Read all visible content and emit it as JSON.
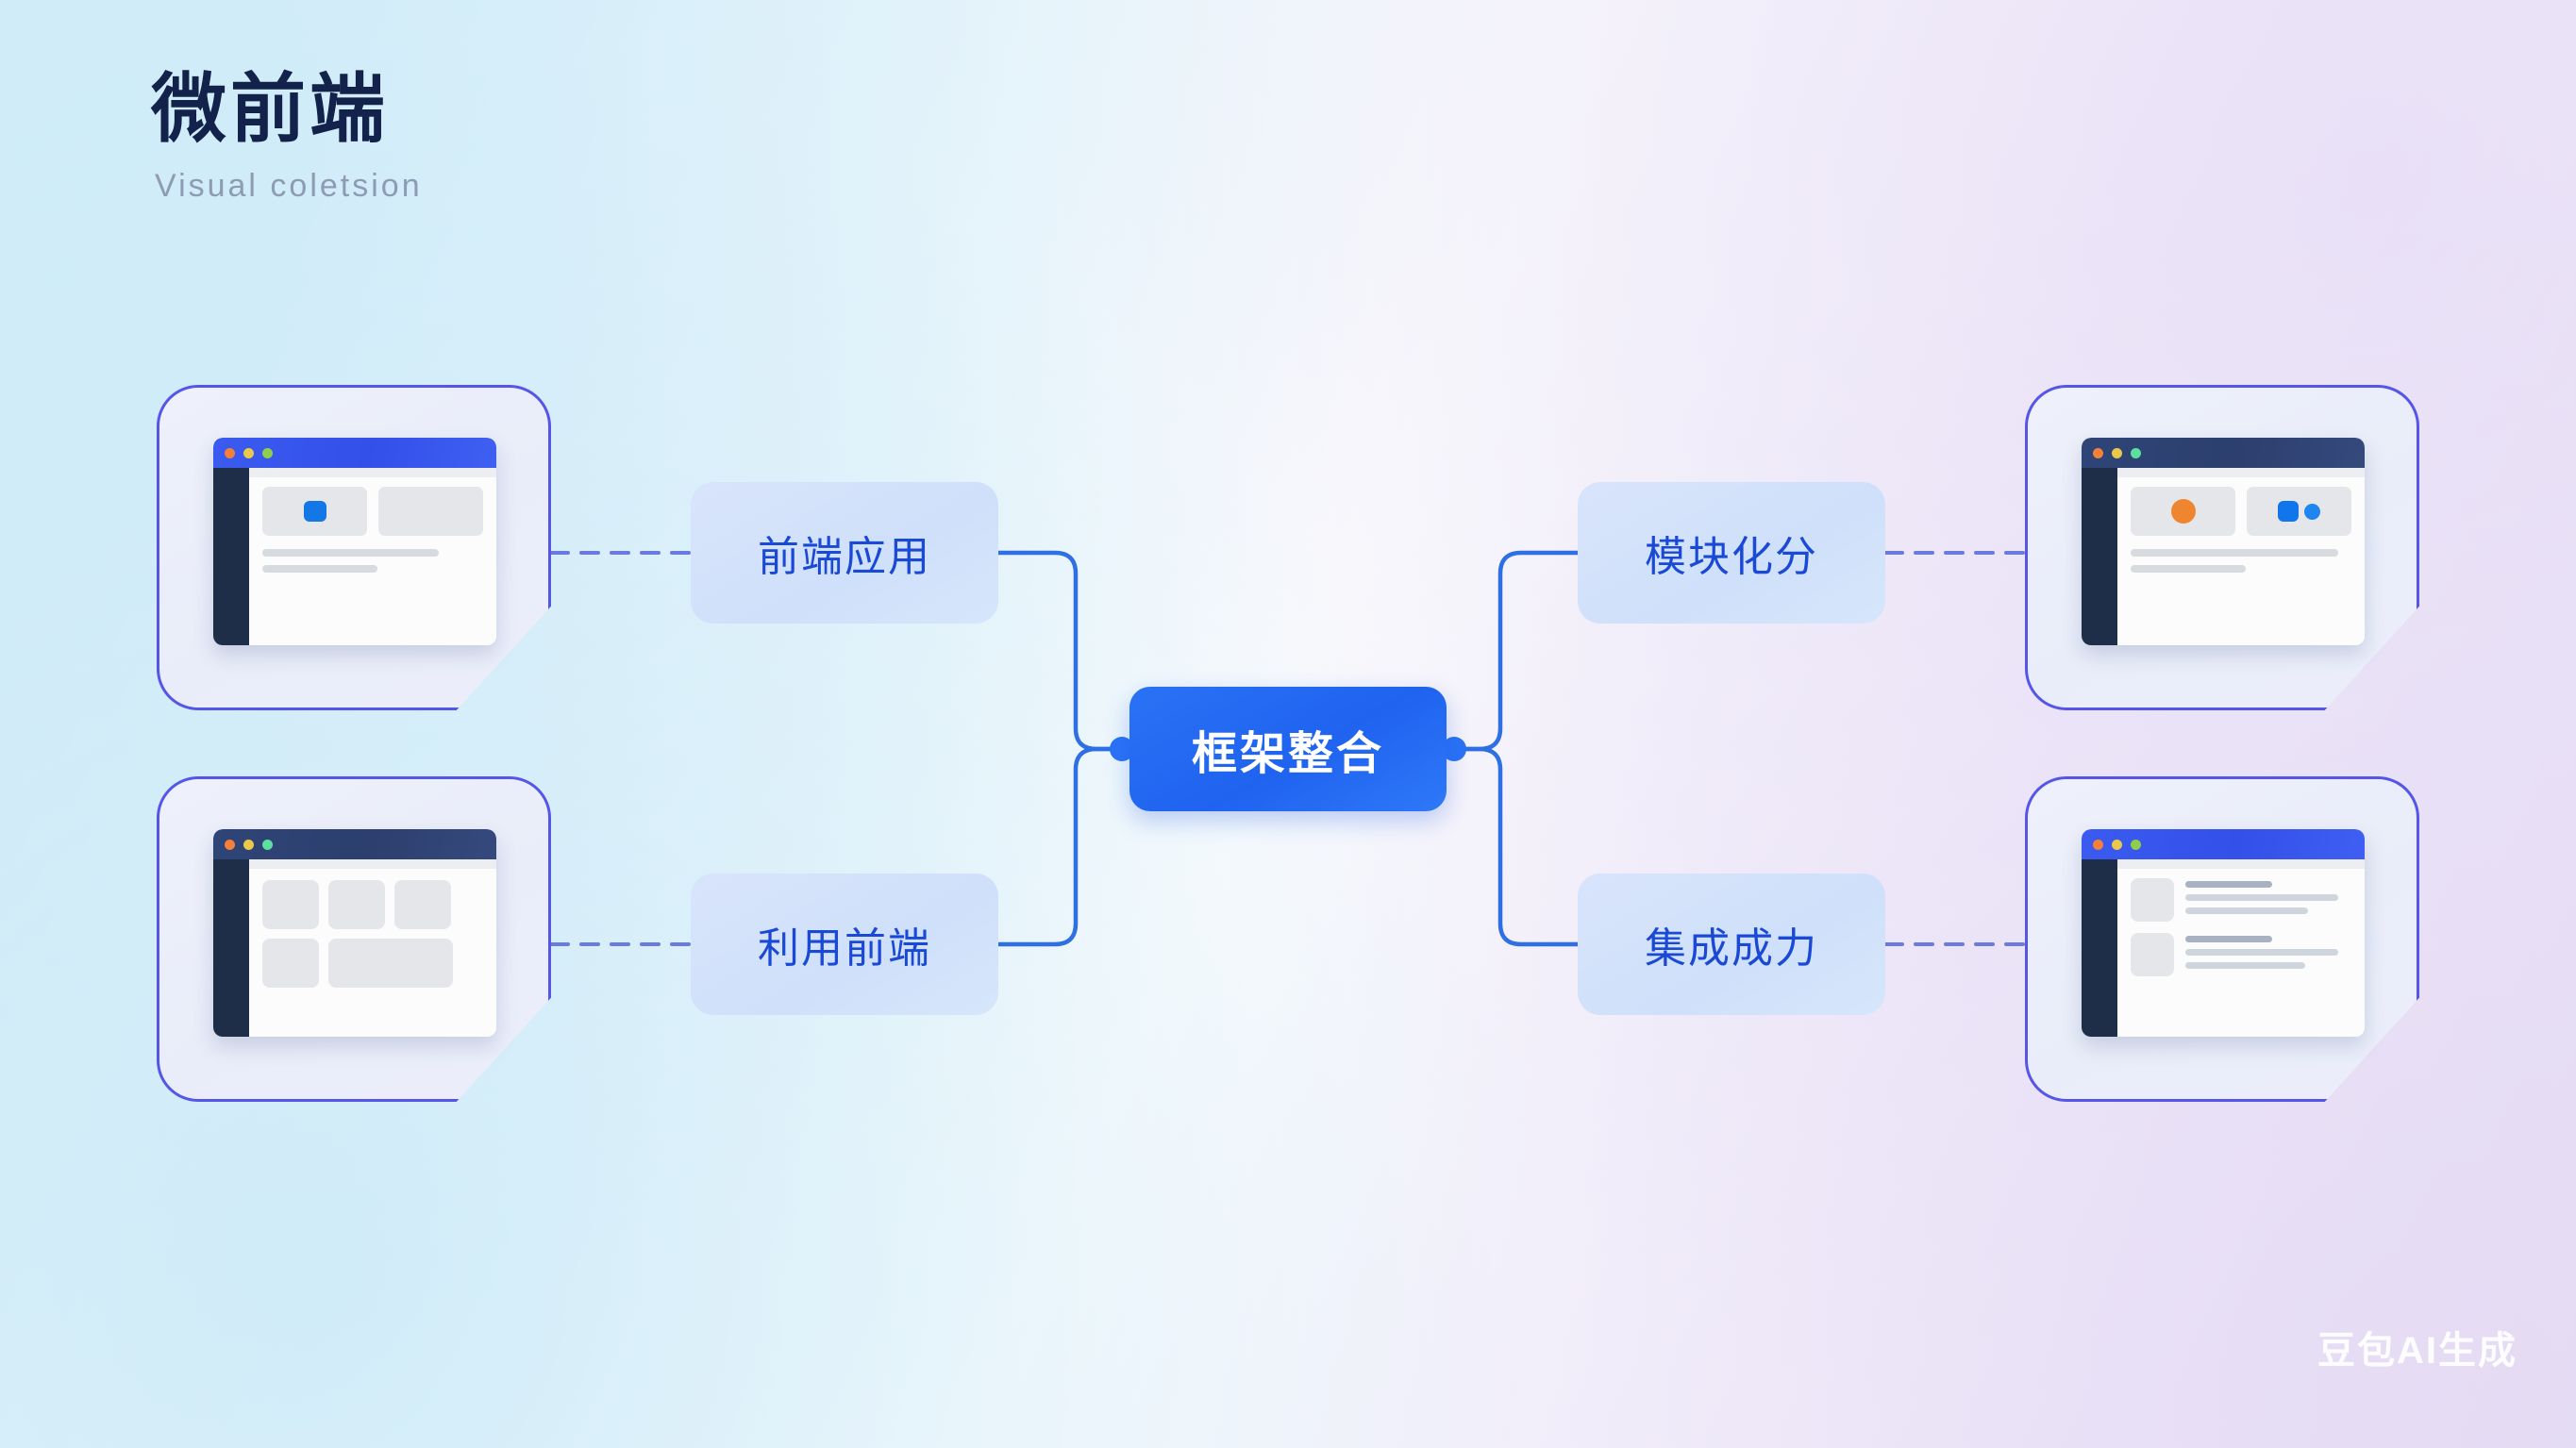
{
  "header": {
    "title": "微前端",
    "subtitle": "Visual coletsion"
  },
  "center_node": {
    "label": "框架整合"
  },
  "branches": {
    "left": [
      {
        "id": "left-top",
        "label": "前端应用"
      },
      {
        "id": "left-bottom",
        "label": "利用前端"
      }
    ],
    "right": [
      {
        "id": "right-top",
        "label": "模块化分"
      },
      {
        "id": "right-bottom",
        "label": "集成成力"
      }
    ]
  },
  "illustrations": [
    {
      "id": "card-left-top",
      "position": "left-top",
      "titlebar_style": "blue",
      "traffic_lights": [
        "orange",
        "yellow",
        "green"
      ],
      "content": "two-tiles-with-blue-square-and-two-text-lines"
    },
    {
      "id": "card-left-bottom",
      "position": "left-bottom",
      "titlebar_style": "navy",
      "traffic_lights": [
        "orange",
        "yellow",
        "green"
      ],
      "content": "five-cell-grid"
    },
    {
      "id": "card-right-top",
      "position": "right-top",
      "titlebar_style": "navy",
      "traffic_lights": [
        "orange",
        "yellow",
        "green"
      ],
      "content": "two-tiles-with-orange-circle-and-blue-pair"
    },
    {
      "id": "card-right-bottom",
      "position": "right-bottom",
      "titlebar_style": "blue",
      "traffic_lights": [
        "orange",
        "yellow",
        "green"
      ],
      "content": "two-list-rows-with-thumbnails"
    }
  ],
  "watermark": {
    "text": "豆包AI生成"
  },
  "colors": {
    "accent_blue": "#2a72f5",
    "branch_text": "#1a49d6",
    "branch_fill": "#d5e2fb",
    "title_navy": "#13224a",
    "subtitle_gray": "#8e9bb4",
    "card_border": "#5555e8",
    "connector_line": "#2f6fe4",
    "dashed_line": "#6b7bdd",
    "window_sidebar": "#1f2e48",
    "traffic_orange": "#f4803a",
    "traffic_yellow": "#e9c84a",
    "traffic_green": "#8fce4a",
    "tile_gray": "#e4e6ea",
    "orange_circle": "#f0852f"
  }
}
